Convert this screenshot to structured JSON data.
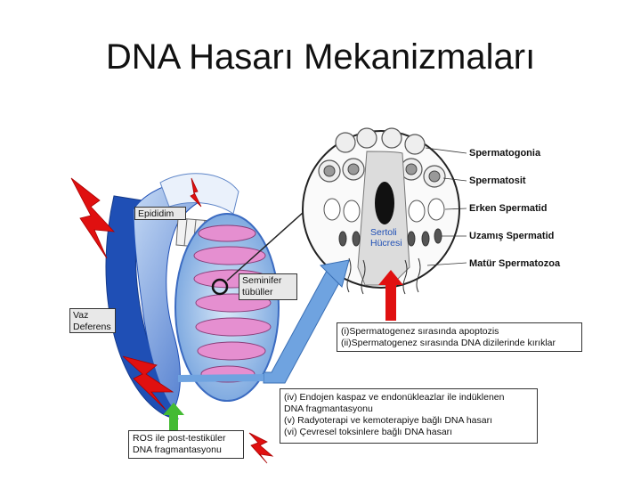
{
  "title": "DNA Hasarı Mekanizmaları",
  "labels": {
    "epididim": "Epididim",
    "seminifer_line1": "Seminifer",
    "seminifer_line2": "tübüller",
    "vaz_line1": "Vaz",
    "vaz_line2": "Deferens",
    "sertoli_line1": "Sertoli",
    "sertoli_line2": "Hücresi"
  },
  "stages": [
    "Spermatogonia",
    "Spermatosit",
    "Erken Spermatid",
    "Uzamış Spermatid",
    "Matür Spermatozoa"
  ],
  "box_apoptosis": [
    "(i)Spermatogenez sırasında apoptozis",
    "(ii)Spermatogenez sırasında DNA dizilerinde kırıklar"
  ],
  "box_endogen": [
    "(iv) Endojen kaspaz ve endonükleazlar ile indüklenen",
    "DNA fragmantasyonu",
    "(v) Radyoterapi ve kemoterapiye bağlı DNA hasarı",
    "(vi) Çevresel toksinlere bağlı DNA hasarı"
  ],
  "box_ros": [
    "ROS ile post-testiküler",
    "DNA fragmantasyonu"
  ],
  "colors": {
    "blue_dark": "#1f4fb5",
    "blue_light": "#8fb6e8",
    "pink": "#e58fd0",
    "red": "#e01010",
    "green": "#44bb33",
    "arrow_blue": "#6fa3e0"
  }
}
